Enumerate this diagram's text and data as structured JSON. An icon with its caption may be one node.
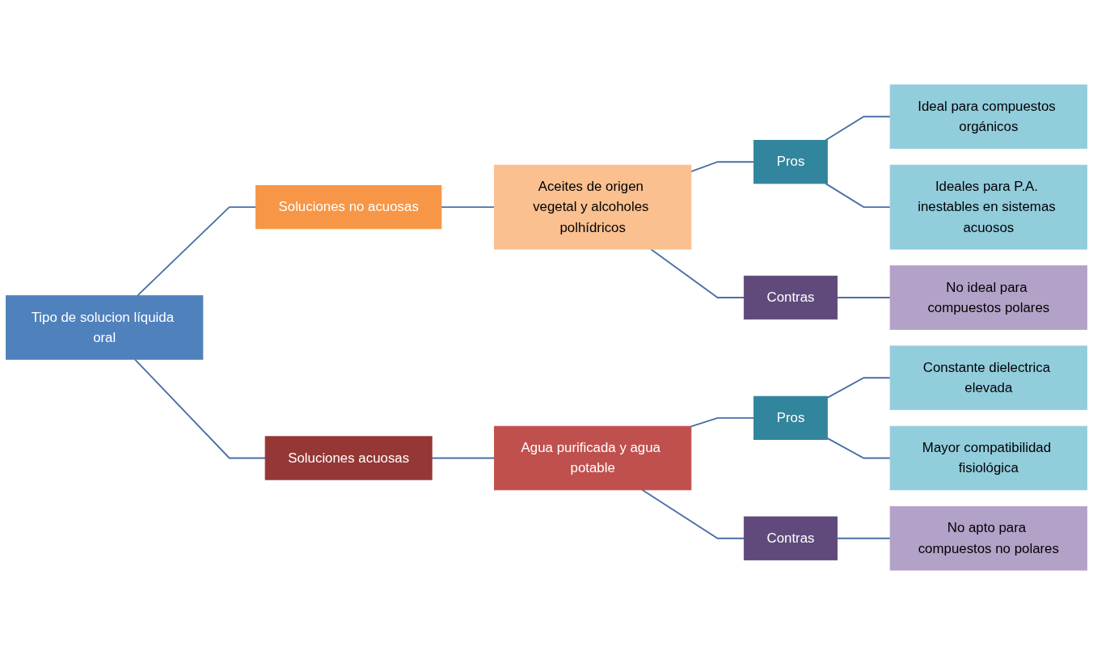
{
  "diagram": {
    "nodes": [
      {
        "text": [
          "Tipo de solucion líquida oral"
        ]
      },
      {
        "text": [
          "Soluciones no acuosas"
        ]
      },
      {
        "text": [
          "Aceites de origen vegetal y alcoholes polhídricos"
        ]
      },
      {
        "text": [
          "Pros"
        ]
      },
      {
        "text": [
          "Ideal para compuestos orgánicos"
        ]
      },
      {
        "text": [
          "Ideales para P.A. inestables en sistemas acuosos"
        ]
      },
      {
        "text": [
          "Contras"
        ]
      },
      {
        "text": [
          "No ideal para compuestos polares"
        ]
      },
      {
        "text": [
          "Soluciones acuosas"
        ]
      },
      {
        "text": [
          "Agua purificada y agua potable"
        ]
      },
      {
        "text": [
          "Pros"
        ]
      },
      {
        "text": [
          "Constante dielectrica elevada"
        ]
      },
      {
        "text": [
          "Mayor compatibilidad fisiológica"
        ]
      },
      {
        "text": [
          "Contras"
        ]
      },
      {
        "text": [
          "No apto para compuestos no polares"
        ]
      }
    ],
    "edges": [
      {
        "from": 0,
        "to": 1,
        "arrow": "none"
      },
      {
        "from": 1,
        "to": 2,
        "arrow": "none"
      },
      {
        "from": 2,
        "to": 3,
        "arrow": "none"
      },
      {
        "from": 3,
        "to": 4,
        "arrow": "none"
      },
      {
        "from": 3,
        "to": 5,
        "arrow": "none"
      },
      {
        "from": 2,
        "to": 6,
        "arrow": "none"
      },
      {
        "from": 6,
        "to": 7,
        "arrow": "none"
      },
      {
        "from": 0,
        "to": 8,
        "arrow": "none"
      },
      {
        "from": 8,
        "to": 9,
        "arrow": "none"
      },
      {
        "from": 9,
        "to": 10,
        "arrow": "none"
      },
      {
        "from": 10,
        "to": 11,
        "arrow": "none"
      },
      {
        "from": 10,
        "to": 12,
        "arrow": "none"
      },
      {
        "from": 9,
        "to": 13,
        "arrow": "none"
      },
      {
        "from": 13,
        "to": 14,
        "arrow": "none"
      }
    ]
  }
}
